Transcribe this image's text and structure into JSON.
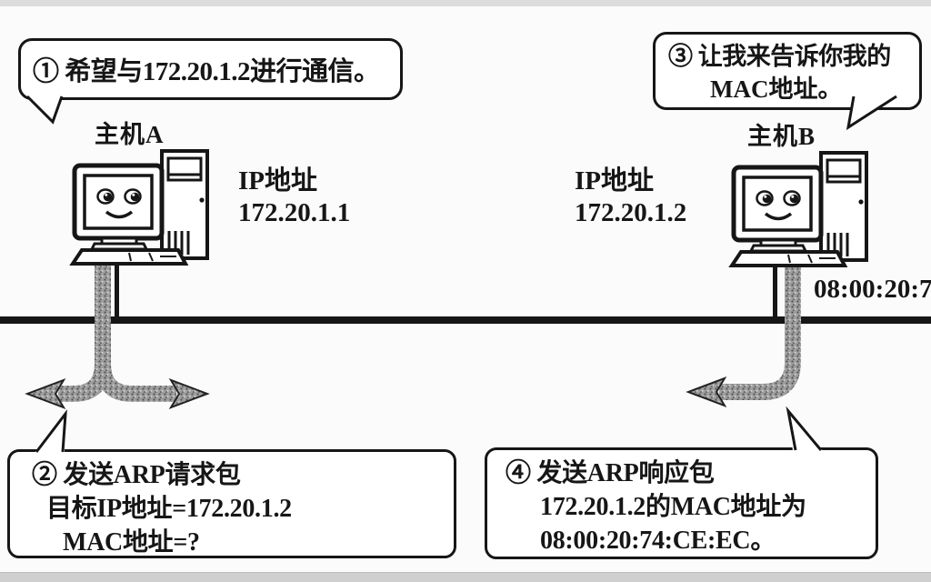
{
  "callouts": {
    "step1": {
      "text": "① 希望与172.20.1.2进行通信。"
    },
    "step3": {
      "line1": "③ 让我来告诉你我的",
      "line2": "MAC地址。"
    },
    "step2": {
      "line1": "② 发送ARP请求包",
      "line2": "目标IP地址=172.20.1.2",
      "line3": "MAC地址=?"
    },
    "step4": {
      "line1": "④ 发送ARP响应包",
      "line2": "172.20.1.2的MAC地址为",
      "line3": "08:00:20:74:CE:EC。"
    }
  },
  "host_a": {
    "name": "主机A",
    "ip_label": "IP地址",
    "ip": "172.20.1.1"
  },
  "host_b": {
    "name": "主机B",
    "ip_label": "IP地址",
    "ip": "172.20.1.2",
    "mac_text_clipped": "08:00:20:7"
  },
  "colors": {
    "ink": "#161616",
    "paper": "#fbfbfb",
    "pipe_gray": "#9e9e9e"
  }
}
